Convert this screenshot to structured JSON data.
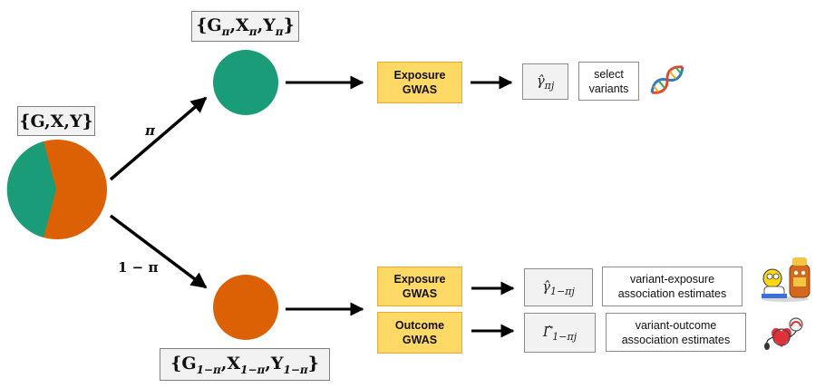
{
  "colors": {
    "teal": "#1a9c78",
    "orange": "#dc6004",
    "gwas_fill": "#ffd966",
    "gwas_border": "#f0a830"
  },
  "full_sample": {
    "label": "{G,X,Y}",
    "split": {
      "teal_fraction": 0.45,
      "orange_fraction": 0.55
    }
  },
  "branches": {
    "upper": {
      "label": "π",
      "set_label": "{Gπ,Xπ,Yπ}"
    },
    "lower": {
      "label": "1 − π",
      "set_label": "{G1−π,X1−π,Y1−π}"
    }
  },
  "gwas": {
    "exposure_top": [
      "Exposure",
      "GWAS"
    ],
    "exposure_bottom": [
      "Exposure",
      "GWAS"
    ],
    "outcome_bottom": [
      "Outcome",
      "GWAS"
    ]
  },
  "estimates": {
    "gamma_pi": "γπj",
    "gamma_1mpi": "γ1−πj",
    "Gamma_1mpi": "Γ1−πj"
  },
  "descriptions": {
    "select": [
      "select",
      "variants"
    ],
    "variant_exposure": [
      "variant-exposure",
      "association estimates"
    ],
    "variant_outcome": [
      "variant-outcome",
      "association estimates"
    ]
  },
  "icons": [
    "dna-icon",
    "beer-character-icon",
    "heart-blood-pressure-icon"
  ]
}
